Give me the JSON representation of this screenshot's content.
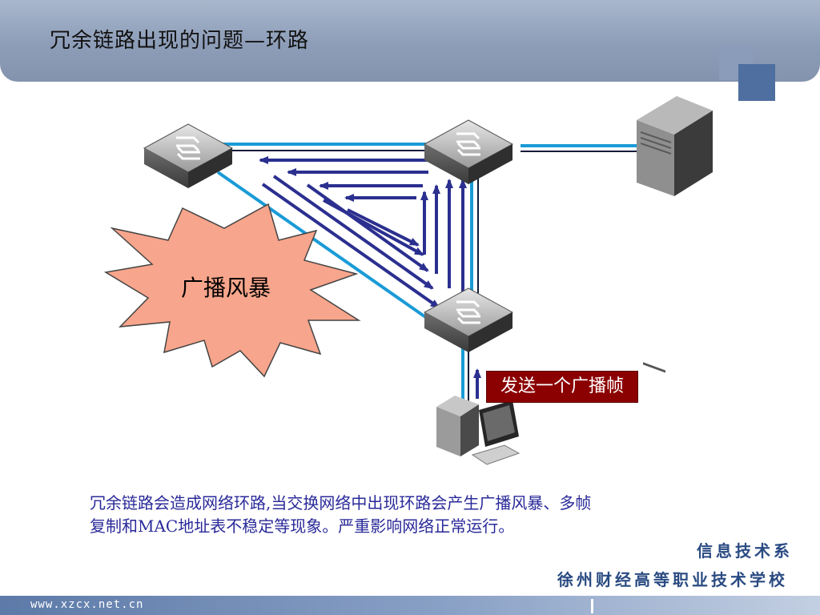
{
  "title": "冗余链路出现的问题—环路",
  "storm_label": "广播风暴",
  "callout_label": "发送一个广播帧",
  "description": {
    "line1": "冗余链路会造成网络环路,当交换网络中出现环路会产生广播风暴、多帧",
    "line2": "复制和MAC地址表不稳定等现象。严重影响网络正常运行。"
  },
  "branding": {
    "department": "信息技术系",
    "school": "徐州财经高等职业技术学校"
  },
  "footer_url": "www.xzcx.net.cn",
  "devices": {
    "switch_icon": "switch-icon",
    "server_icon": "server-icon",
    "pc_icon": "desktop-pc-icon"
  },
  "colors": {
    "link": "#1a9bd7",
    "arrow": "#2b2f8f",
    "storm_fill": "#f7a58c",
    "callout_bg": "#8b0000",
    "header": "#8d9db8"
  }
}
